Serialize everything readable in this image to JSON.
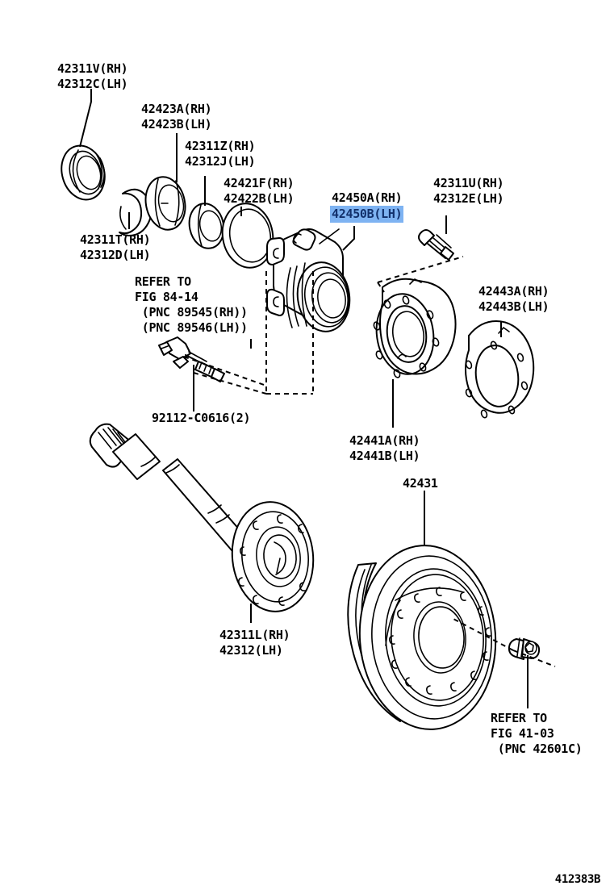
{
  "diagram": {
    "title": "Toyota rear axle shaft and hub parts diagram",
    "footer_code": "412383B",
    "highlight_color": "#7eb3f2",
    "highlight_text_color": "#12306b",
    "line_color": "#000000",
    "background_color": "#ffffff"
  },
  "labels": [
    {
      "id": "oil-seal-outer",
      "lines": [
        "42311V(RH)",
        "42312C(LH)"
      ]
    },
    {
      "id": "bearing-snap-ring",
      "lines": [
        "42423A(RH)",
        "42423B(LH)"
      ]
    },
    {
      "id": "spacer-inner",
      "lines": [
        "42311Z(RH)",
        "42312J(LH)"
      ]
    },
    {
      "id": "oil-seal-inner",
      "lines": [
        "42421F(RH)",
        "42422B(LH)"
      ]
    },
    {
      "id": "axle-hub-assembly",
      "lines": [
        "42450A(RH)"
      ]
    },
    {
      "id": "axle-hub-assembly-lh",
      "lines": [
        "42450B(LH)"
      ]
    },
    {
      "id": "hub-bolt-upper",
      "lines": [
        "42311U(RH)",
        "42312E(LH)"
      ]
    },
    {
      "id": "snap-ring",
      "lines": [
        "42311T(RH)",
        "42312D(LH)"
      ]
    },
    {
      "id": "abs-sensor-ref",
      "lines": [
        "REFER TO",
        "FIG 84-14",
        " (PNC 89545(RH))",
        " (PNC 89546(LH))"
      ]
    },
    {
      "id": "sensor-bolt",
      "lines": [
        "92112-C0616(2)"
      ]
    },
    {
      "id": "backing-plate",
      "lines": [
        "42441A(RH)",
        "42441B(LH)"
      ]
    },
    {
      "id": "backing-plate-gasket",
      "lines": [
        "42443A(RH)",
        "42443B(LH)"
      ]
    },
    {
      "id": "brake-disc",
      "lines": [
        "42431"
      ]
    },
    {
      "id": "axle-shaft",
      "lines": [
        "42311L(RH)",
        "42312(LH)"
      ]
    },
    {
      "id": "disc-bolt-ref",
      "lines": [
        "REFER TO",
        "FIG 41-03",
        " (PNC 42601C)"
      ]
    }
  ],
  "parts": {
    "oil_seal_outer": "42311V(RH) / 42312C(LH)",
    "snap_ring": "42311T(RH) / 42312D(LH)",
    "bearing": "42423A(RH) / 42423B(LH)",
    "spacer": "42311Z(RH) / 42312J(LH)",
    "seal_inner": "42421F(RH) / 42422B(LH)",
    "hub": "42450A(RH) / 42450B(LH)",
    "bolt": "42311U(RH) / 42312E(LH)",
    "backing_plate": "42441A(RH) / 42441B(LH)",
    "gasket": "42443A(RH) / 42443B(LH)",
    "disc": "42431",
    "shaft": "42311L(RH) / 42312(LH)",
    "sensor_bolt": "92112-C0616(2)"
  }
}
